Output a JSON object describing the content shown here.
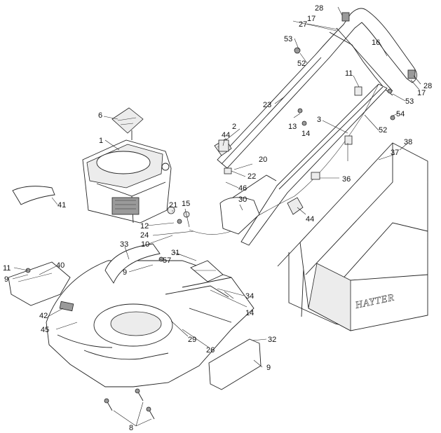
{
  "diagram": {
    "brand_text": "HAYTER",
    "callouts": [
      "1",
      "2",
      "3",
      "6",
      "8",
      "9",
      "9",
      "9",
      "10",
      "11",
      "11",
      "12",
      "13",
      "14",
      "14",
      "15",
      "16",
      "17",
      "17",
      "20",
      "21",
      "22",
      "23",
      "24",
      "26",
      "27",
      "28",
      "28",
      "29",
      "30",
      "31",
      "32",
      "33",
      "34",
      "36",
      "37",
      "38",
      "40",
      "41",
      "42",
      "44",
      "44",
      "45",
      "46",
      "52",
      "52",
      "53",
      "53",
      "54",
      "57"
    ]
  }
}
